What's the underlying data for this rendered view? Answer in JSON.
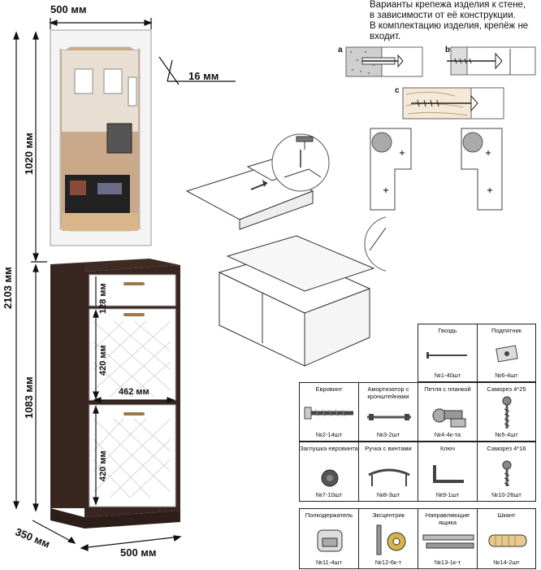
{
  "dimensions": {
    "top_width": "500 мм",
    "total_height": "2103 мм",
    "mirror_height": "1020 мм",
    "mirror_thickness": "16 мм",
    "cabinet_height": "1083 мм",
    "drawer_height": "128 мм",
    "door1_height": "420 мм",
    "door2_height": "420 мм",
    "inner_width": "462 мм",
    "depth": "350 мм",
    "bottom_width": "500 мм"
  },
  "mounting_note": {
    "lines": [
      "Варианты крепежа изделия к стене,",
      "в зависимости от её конструкции.",
      "В комплектацию изделия, крепёж не",
      "входит."
    ]
  },
  "mount_labels": {
    "a": "а",
    "b": "b",
    "c": "c"
  },
  "parts": [
    {
      "name": "Гвоздь",
      "qty": "№1-40шт",
      "icon": "nail-icon"
    },
    {
      "name": "Подпятник",
      "qty": "№6-4шт",
      "icon": "glide-icon"
    },
    {
      "name": "Евровинт",
      "qty": "№2-14шт",
      "icon": "euroscrew-icon"
    },
    {
      "name": "Амортизатор с кронштейнами",
      "qty": "№3-2шт",
      "icon": "damper-icon"
    },
    {
      "name": "Петля с планкой",
      "qty": "№4-4к-та",
      "icon": "hinge-icon"
    },
    {
      "name": "Саморез 4*25",
      "qty": "№5-4шт",
      "icon": "screw-icon"
    },
    {
      "name": "Заглушка евровинта",
      "qty": "№7-10шт",
      "icon": "cap-icon"
    },
    {
      "name": "Ручка с винтами",
      "qty": "№8-3шт",
      "icon": "handle-icon"
    },
    {
      "name": "Ключ",
      "qty": "№9-1шт",
      "icon": "hex-key-icon"
    },
    {
      "name": "Саморез 4*16",
      "qty": "№10-26шт",
      "icon": "screw-short-icon"
    },
    {
      "name": "Полкодержатель",
      "qty": "№11-4шт",
      "icon": "shelf-pin-icon"
    },
    {
      "name": "Эксцентрик",
      "qty": "№12-6к-т",
      "icon": "cam-lock-icon"
    },
    {
      "name": "Направляющие ящика",
      "qty": "№13-1к-т",
      "icon": "drawer-rail-icon"
    },
    {
      "name": "Шкант",
      "qty": "№14-2шт",
      "icon": "dowel-icon"
    }
  ]
}
